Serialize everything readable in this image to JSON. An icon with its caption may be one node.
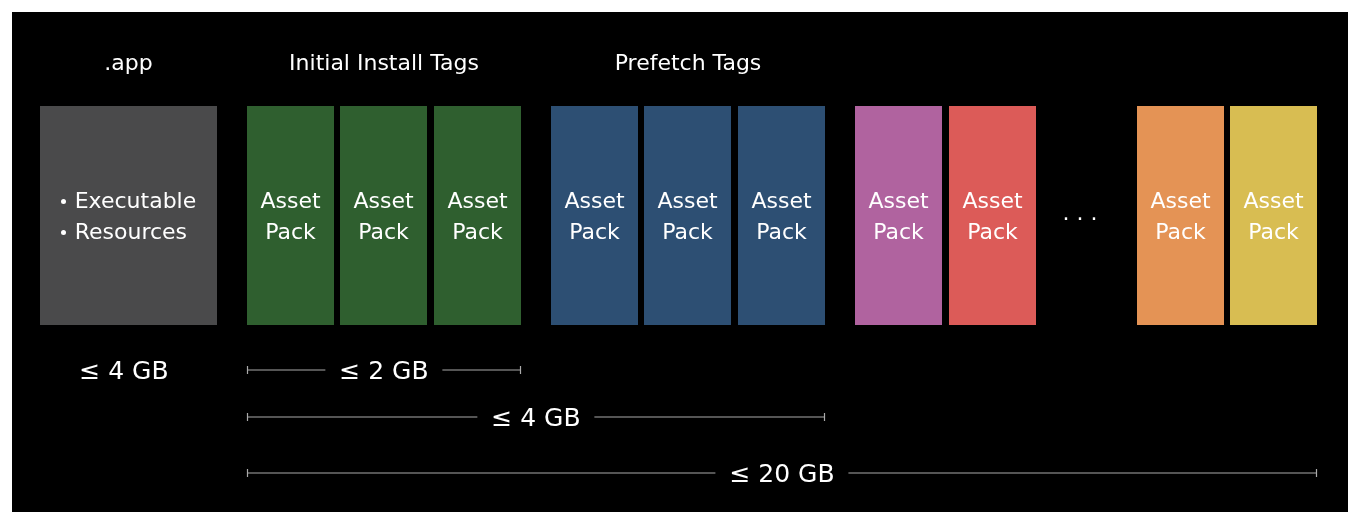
{
  "diagram": {
    "nodes": [
      {
        "text": [
          ".app",
          "Executable",
          "Resources"
        ]
      },
      {
        "text": [
          "Asset Pack"
        ]
      },
      {
        "text": [
          "Asset Pack"
        ]
      },
      {
        "text": [
          "Asset Pack"
        ]
      },
      {
        "text": [
          "Asset Pack"
        ]
      },
      {
        "text": [
          "Asset Pack"
        ]
      },
      {
        "text": [
          "Asset Pack"
        ]
      },
      {
        "text": [
          "Asset Pack"
        ]
      },
      {
        "text": [
          "Asset Pack"
        ]
      },
      {
        "text": [
          "Asset Pack"
        ]
      },
      {
        "text": [
          "Asset Pack"
        ]
      }
    ],
    "labels": [
      "Initial Install Tags",
      "Prefetch Tags",
      ". . .",
      "≤ 4 GB",
      "≤ 2 GB",
      "≤ 4 GB",
      "≤ 20 GB"
    ]
  }
}
